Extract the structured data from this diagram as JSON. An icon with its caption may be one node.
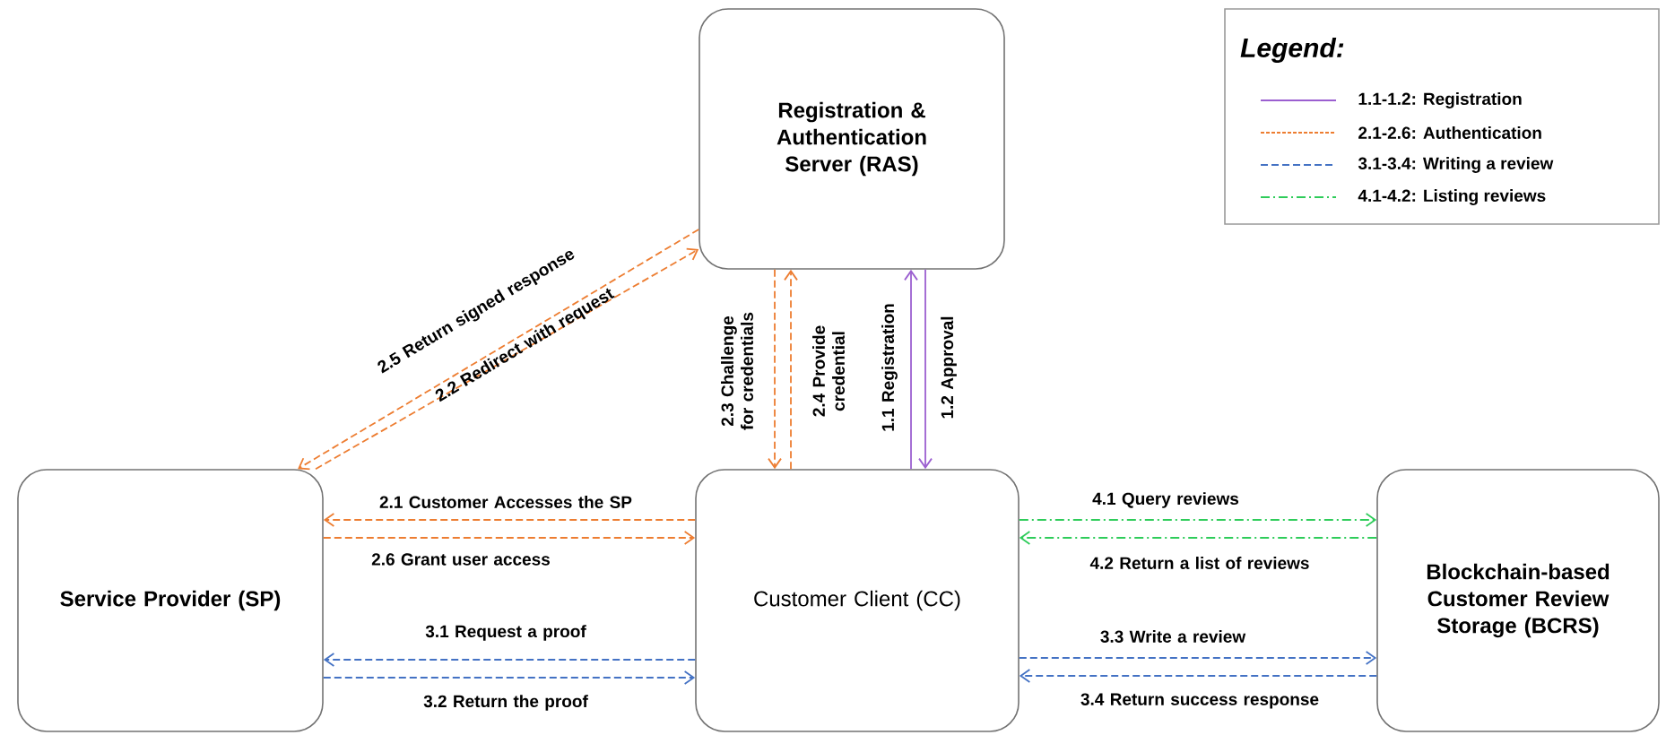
{
  "diagram": {
    "nodes": [
      {
        "text": [
          "Registration & Authentication Server (RAS)"
        ]
      },
      {
        "text": [
          "Service Provider (SP)"
        ]
      },
      {
        "text": [
          "Customer Client (CC)"
        ]
      },
      {
        "text": [
          "Blockchain-based Customer Review Storage (BCRS)"
        ]
      }
    ],
    "edges": [
      {
        "from": 0,
        "to": 2,
        "arrow": "to",
        "label": "2.3 Challenge for credentials",
        "style": "dashed",
        "color": "#ed7d31"
      },
      {
        "from": 2,
        "to": 0,
        "arrow": "to",
        "label": "2.4 Provide credential",
        "style": "dashed",
        "color": "#ed7d31"
      },
      {
        "from": 2,
        "to": 0,
        "arrow": "to",
        "label": "1.1 Registration",
        "color": "#9b5fd0"
      },
      {
        "from": 0,
        "to": 2,
        "arrow": "to",
        "label": "1.2 Approval",
        "color": "#9b5fd0"
      },
      {
        "from": 0,
        "to": 1,
        "arrow": "to",
        "label": "2.5 Return signed response",
        "style": "dashed",
        "color": "#ed7d31"
      },
      {
        "from": 1,
        "to": 0,
        "arrow": "to",
        "label": "2.2 Redirect with request",
        "style": "dashed",
        "color": "#ed7d31"
      },
      {
        "from": 2,
        "to": 1,
        "arrow": "to",
        "label": "2.1 Customer Accesses the SP",
        "style": "dashed",
        "color": "#ed7d31"
      },
      {
        "from": 1,
        "to": 2,
        "arrow": "to",
        "label": "2.6 Grant user access",
        "style": "dashed",
        "color": "#ed7d31"
      },
      {
        "from": 2,
        "to": 1,
        "arrow": "to",
        "label": "3.1 Request a proof",
        "style": "dashed",
        "color": "#4472c4"
      },
      {
        "from": 1,
        "to": 2,
        "arrow": "to",
        "label": "3.2 Return the proof",
        "style": "dashed",
        "color": "#4472c4"
      },
      {
        "from": 2,
        "to": 3,
        "arrow": "to",
        "label": "4.1 Query reviews",
        "style": "dashed",
        "color": "#2ecc5a"
      },
      {
        "from": 3,
        "to": 2,
        "arrow": "to",
        "label": "4.2 Return a list of reviews",
        "style": "dashed",
        "color": "#2ecc5a"
      },
      {
        "from": 2,
        "to": 3,
        "arrow": "to",
        "label": "3.3 Write a review",
        "style": "dashed",
        "color": "#4472c4"
      },
      {
        "from": 3,
        "to": 2,
        "arrow": "to",
        "label": "3.4 Return success response",
        "style": "dashed",
        "color": "#4472c4"
      }
    ],
    "labels": [
      "Legend:"
    ],
    "legend": [
      {
        "text": "1.1-1.2: Registration"
      },
      {
        "text": "2.1-2.6: Authentication"
      },
      {
        "text": "3.1-3.4: Writing a review"
      },
      {
        "text": "4.1-4.2: Listing reviews"
      }
    ]
  }
}
